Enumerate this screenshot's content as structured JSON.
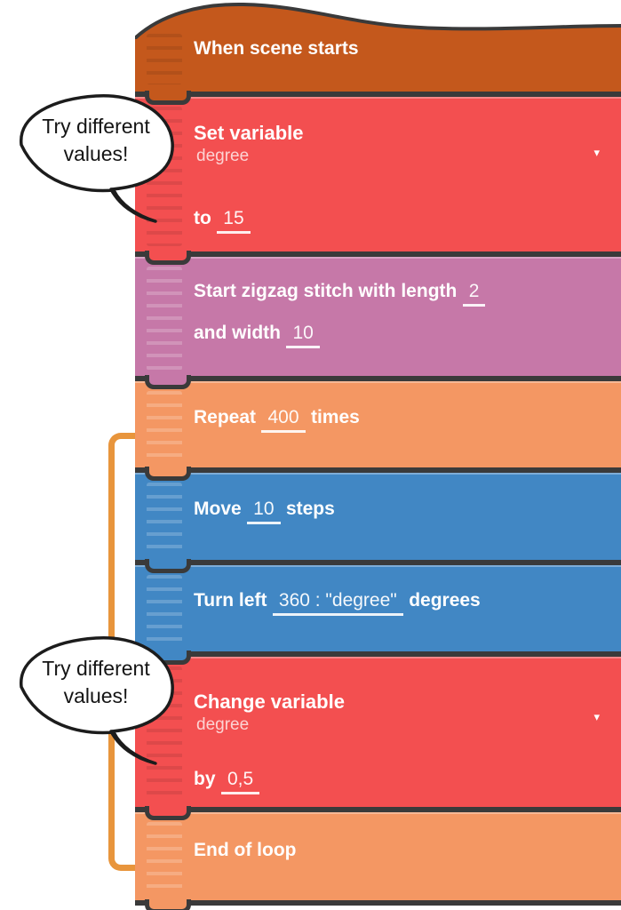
{
  "colors": {
    "hat": "#C4581C",
    "event_red": "#F34F50",
    "stitch_purple": "#C678A8",
    "loop_orange": "#F49763",
    "motion_blue": "#4187C4",
    "outline": "#3A3A3A",
    "bracket": "#E8953C",
    "bubble_fill": "#FFFFFF",
    "bubble_stroke": "#1C1C1C",
    "block_text": "#FFFFFF"
  },
  "icons": {
    "dropdown_caret": "▾"
  },
  "bubbles": {
    "top": {
      "line1": "Try different",
      "line2": "values!"
    },
    "bottom": {
      "line1": "Try different",
      "line2": "values!"
    }
  },
  "blocks": {
    "when_scene_starts": {
      "title": "When scene starts"
    },
    "set_variable": {
      "title": "Set variable",
      "variable": "degree",
      "prefix": "to",
      "value": "15"
    },
    "zigzag": {
      "line1_label": "Start zigzag stitch with length",
      "line1_value": "2",
      "line2_label": "and width",
      "line2_value": "10"
    },
    "repeat": {
      "prefix": "Repeat",
      "value": "400",
      "suffix": "times"
    },
    "move": {
      "prefix": "Move",
      "value": "10",
      "suffix": "steps"
    },
    "turn_left": {
      "prefix": "Turn left",
      "value": "360 : \"degree\"",
      "suffix": "degrees"
    },
    "change_variable": {
      "title": "Change variable",
      "variable": "degree",
      "prefix": "by",
      "value": "0,5"
    },
    "end_of_loop": {
      "title": "End of loop"
    }
  }
}
